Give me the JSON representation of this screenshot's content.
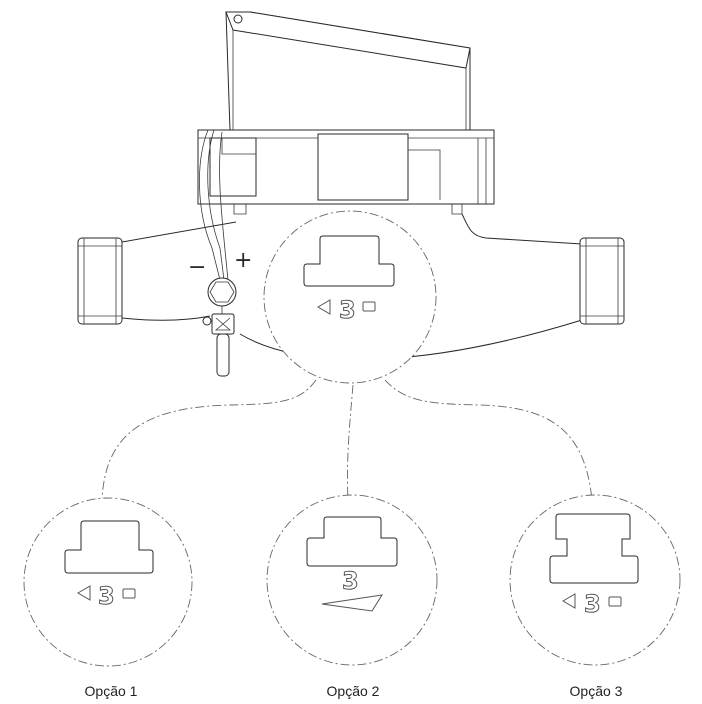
{
  "diagram": {
    "signs": {
      "minus": "−",
      "plus": "+"
    },
    "digit": "3",
    "options": [
      {
        "label": "Opção 1"
      },
      {
        "label": "Opção 2"
      },
      {
        "label": "Opção 3"
      }
    ],
    "colors": {
      "line": "#2a2a2a",
      "dash": "#666666",
      "background": "#ffffff"
    }
  }
}
